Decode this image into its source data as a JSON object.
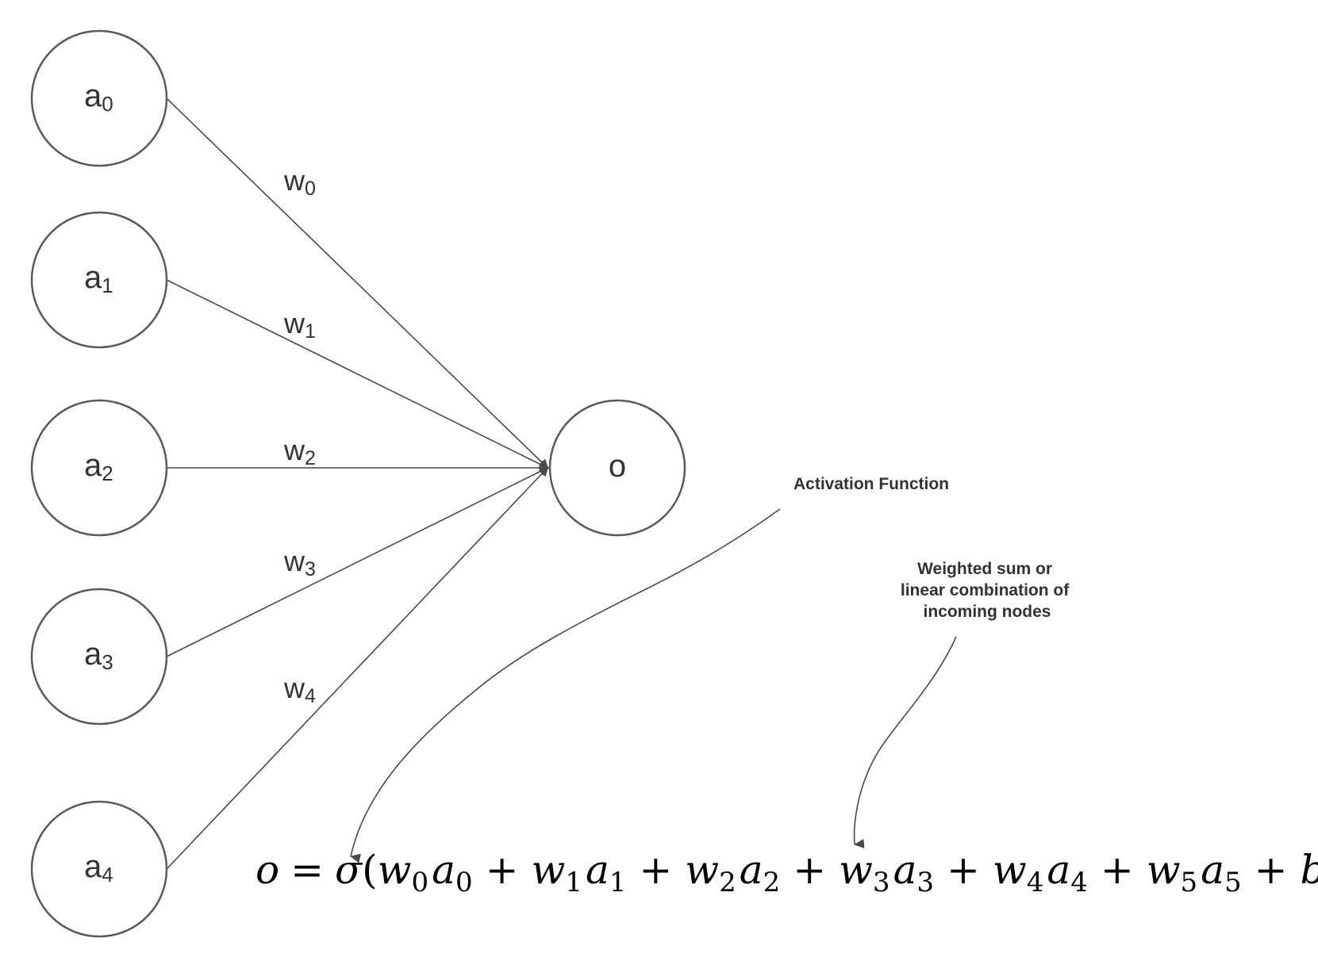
{
  "colors": {
    "stroke": "#5a5a5a",
    "edge": "#4a4a4a",
    "text": "#333333",
    "formula": "#000000",
    "background": "#ffffff"
  },
  "nodes": [
    {
      "id": "a0",
      "base": "a",
      "sub": "0"
    },
    {
      "id": "a1",
      "base": "a",
      "sub": "1"
    },
    {
      "id": "a2",
      "base": "a",
      "sub": "2"
    },
    {
      "id": "a3",
      "base": "a",
      "sub": "3"
    },
    {
      "id": "a4",
      "base": "a",
      "sub": "4"
    }
  ],
  "output_node": {
    "label": "o"
  },
  "weights": [
    {
      "base": "w",
      "sub": "0"
    },
    {
      "base": "w",
      "sub": "1"
    },
    {
      "base": "w",
      "sub": "2"
    },
    {
      "base": "w",
      "sub": "3"
    },
    {
      "base": "w",
      "sub": "4"
    }
  ],
  "annotations": {
    "activation": "Activation Function",
    "weighted_sum": [
      "Weighted sum or",
      "linear combination of",
      "incoming nodes"
    ]
  },
  "formula": {
    "output": "o",
    "equals": "=",
    "activation": "σ",
    "open_paren": "(",
    "terms": [
      {
        "w": "w",
        "wsub": "0",
        "a": "a",
        "asub": "0"
      },
      {
        "w": "w",
        "wsub": "1",
        "a": "a",
        "asub": "1"
      },
      {
        "w": "w",
        "wsub": "2",
        "a": "a",
        "asub": "2"
      },
      {
        "w": "w",
        "wsub": "3",
        "a": "a",
        "asub": "3"
      },
      {
        "w": "w",
        "wsub": "4",
        "a": "a",
        "asub": "4"
      },
      {
        "w": "w",
        "wsub": "5",
        "a": "a",
        "asub": "5"
      }
    ],
    "plus": "+",
    "bias": "b",
    "close_paren": ")"
  }
}
